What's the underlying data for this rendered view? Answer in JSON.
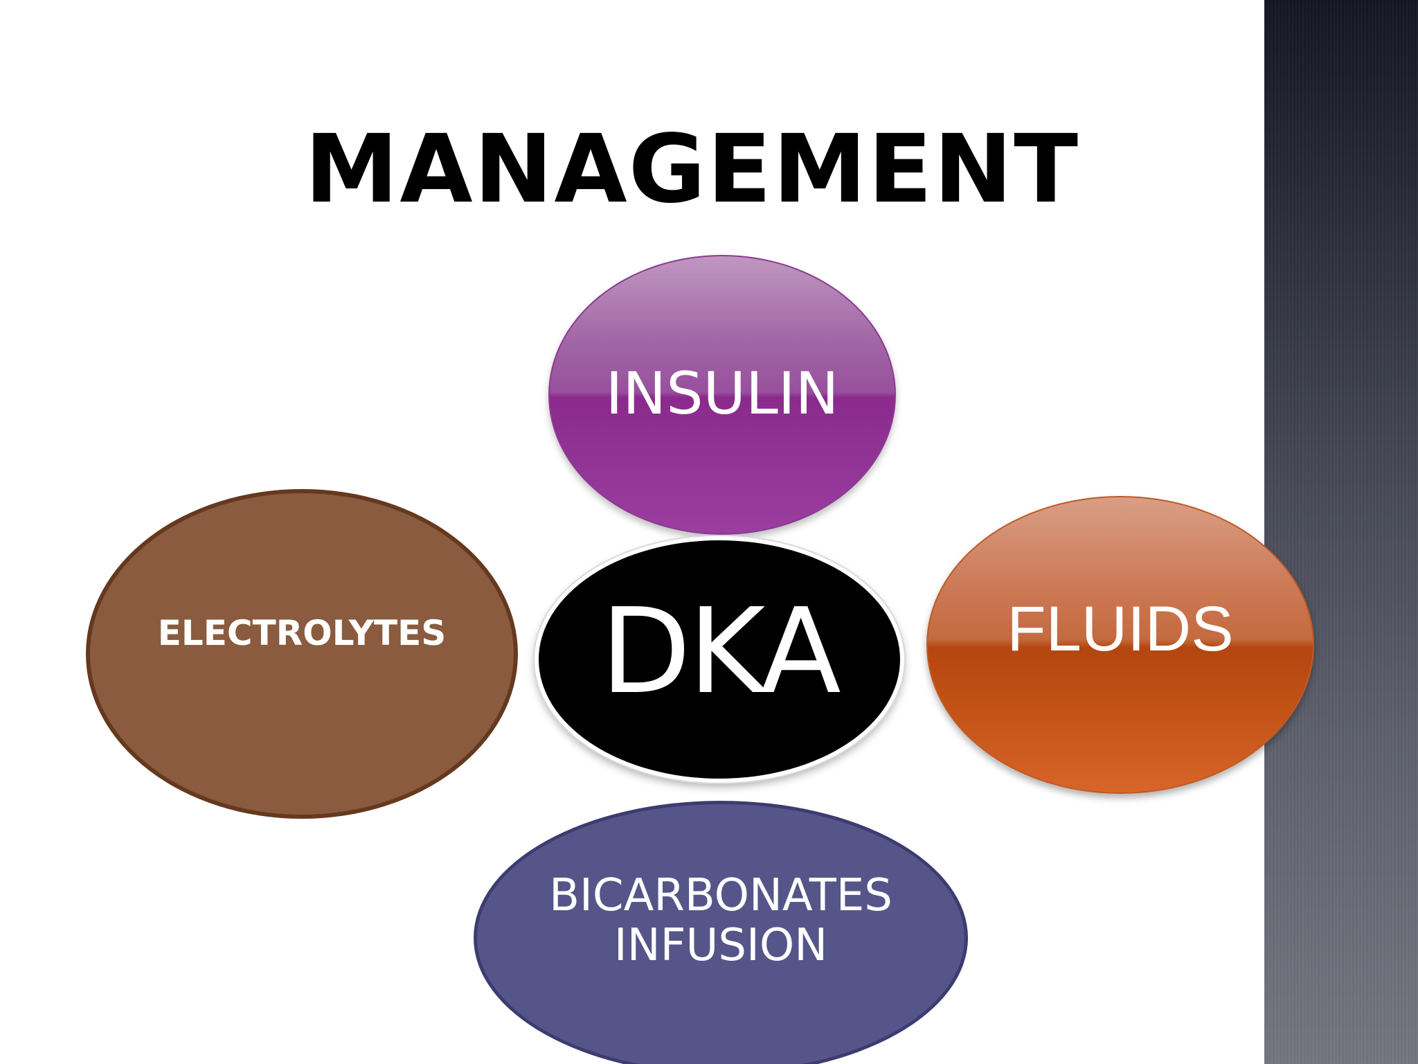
{
  "slide": {
    "title": "MANAGEMENT"
  },
  "diagram": {
    "center": {
      "label": "DKA",
      "color": "#000000"
    },
    "nodes": [
      {
        "id": "insulin",
        "label": "INSULIN",
        "color": "#8a2a8d"
      },
      {
        "id": "electrolytes",
        "label": "ELECTROLYTES",
        "color": "#8a5b3e"
      },
      {
        "id": "fluids",
        "label": "FLUIDS",
        "color": "#b3460f"
      },
      {
        "id": "bicarbonates",
        "label": "BICARBONATES\nINFUSION",
        "color": "#55558a"
      }
    ]
  },
  "theme": {
    "side_panel": "dark-gradient"
  }
}
